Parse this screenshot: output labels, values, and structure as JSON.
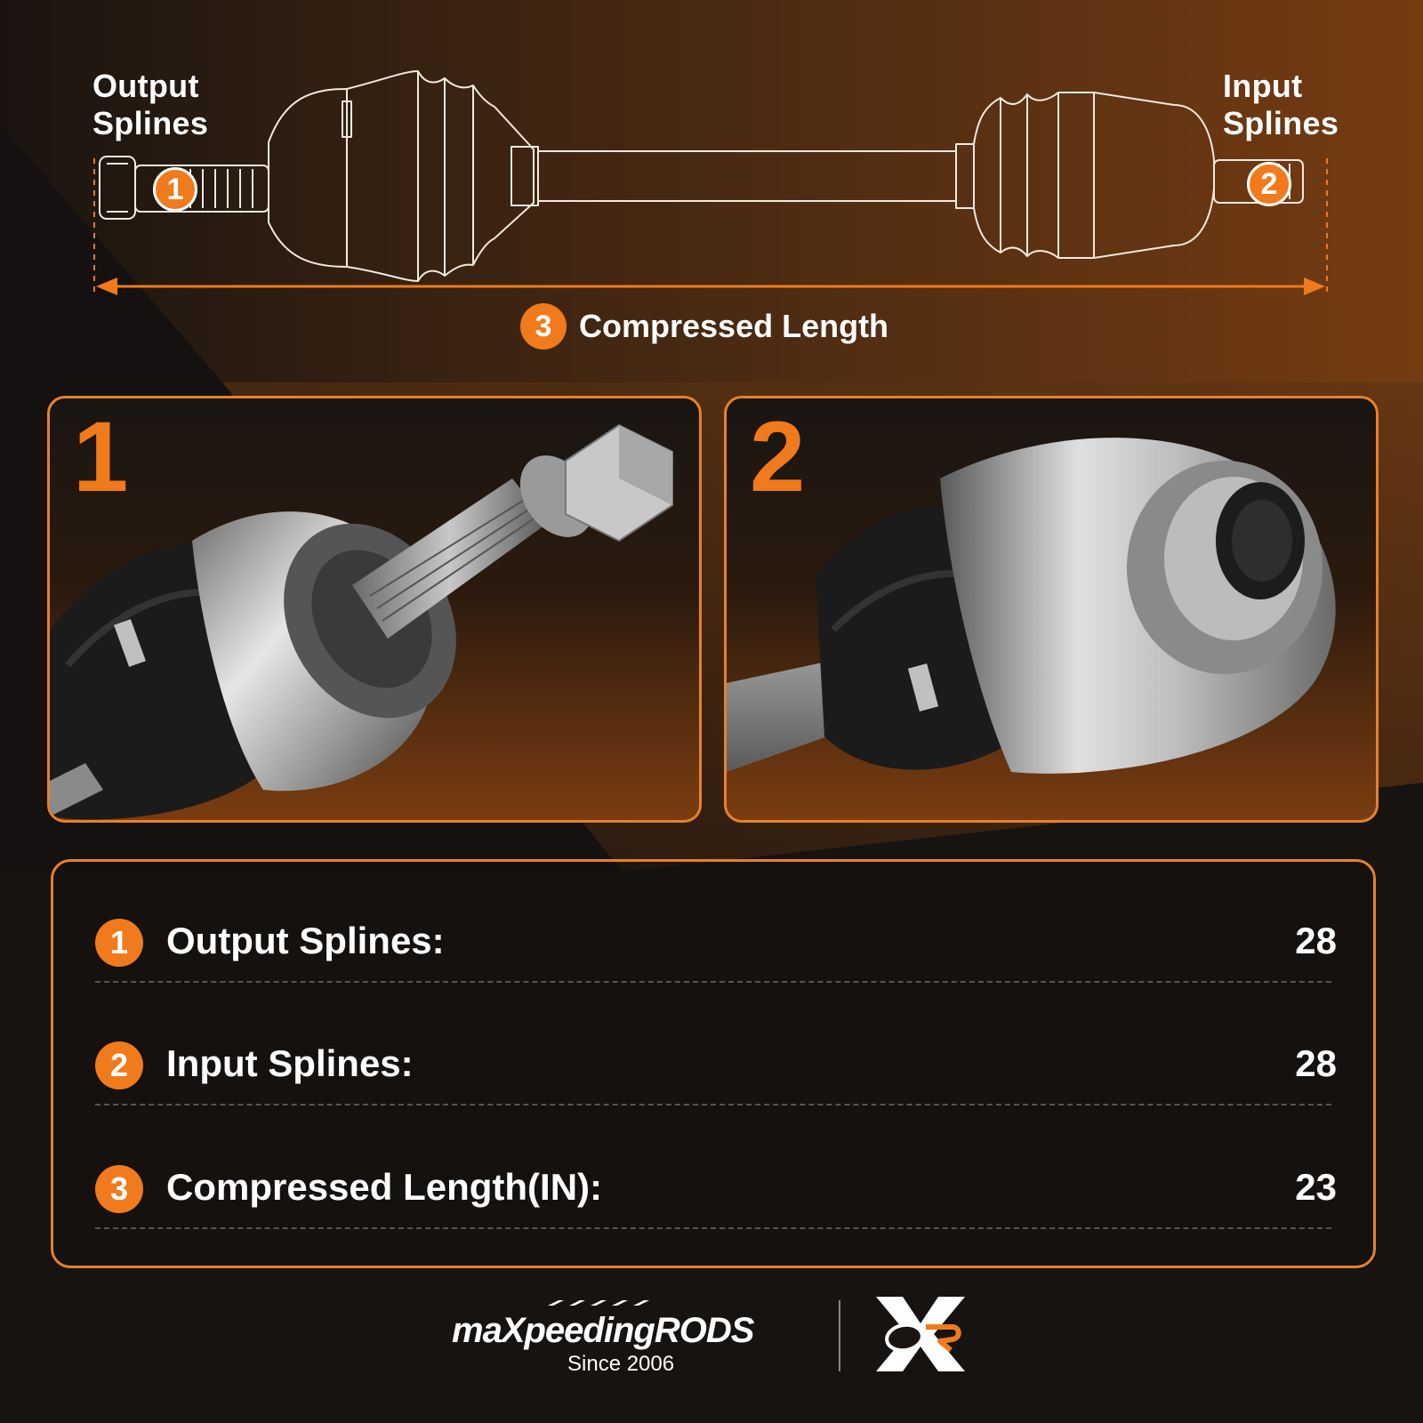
{
  "diagram": {
    "output_label_line1": "Output",
    "output_label_line2": "Splines",
    "input_label_line1": "Input",
    "input_label_line2": "Splines",
    "badge_1": "1",
    "badge_2": "2",
    "badge_3": "3",
    "compressed_label": "Compressed Length"
  },
  "panels": [
    {
      "number": "1"
    },
    {
      "number": "2"
    }
  ],
  "specs": [
    {
      "badge": "1",
      "label": "Output Splines:",
      "value": "28"
    },
    {
      "badge": "2",
      "label": "Input Splines:",
      "value": "28"
    },
    {
      "badge": "3",
      "label": "Compressed Length(IN):",
      "value": "23"
    }
  ],
  "footer": {
    "brand": "maXpeedingRODS",
    "since": "Since 2006",
    "logo_mark": "OR"
  },
  "colors": {
    "accent": "#f07a1c",
    "background": "#161311"
  }
}
